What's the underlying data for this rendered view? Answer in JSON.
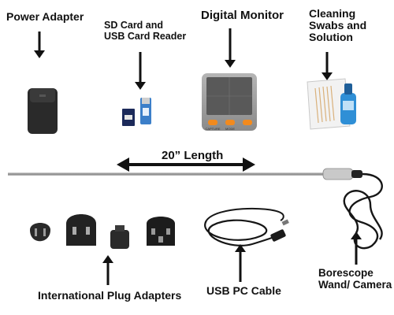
{
  "labels": {
    "power_adapter": "Power Adapter",
    "sd_card_line1": "SD Card and",
    "sd_card_line2": "USB Card Reader",
    "digital_monitor": "Digital Monitor",
    "cleaning_line1": "Cleaning",
    "cleaning_line2": "Swabs and",
    "cleaning_line3": "Solution",
    "length": "20” Length",
    "international": "International Plug Adapters",
    "usb_cable": "USB PC Cable",
    "borescope_line1": "Borescope",
    "borescope_line2": "Wand/ Camera"
  },
  "monitor": {
    "btn_capture": "CAPTURE",
    "btn_mode": "MODE"
  },
  "colors": {
    "accent_orange": "#f28a1e",
    "device_gray": "#9a9a9a",
    "screen_dark": "#5a5a5a",
    "cable_black": "#161616",
    "cleaning_blue": "#2f8fd6"
  }
}
